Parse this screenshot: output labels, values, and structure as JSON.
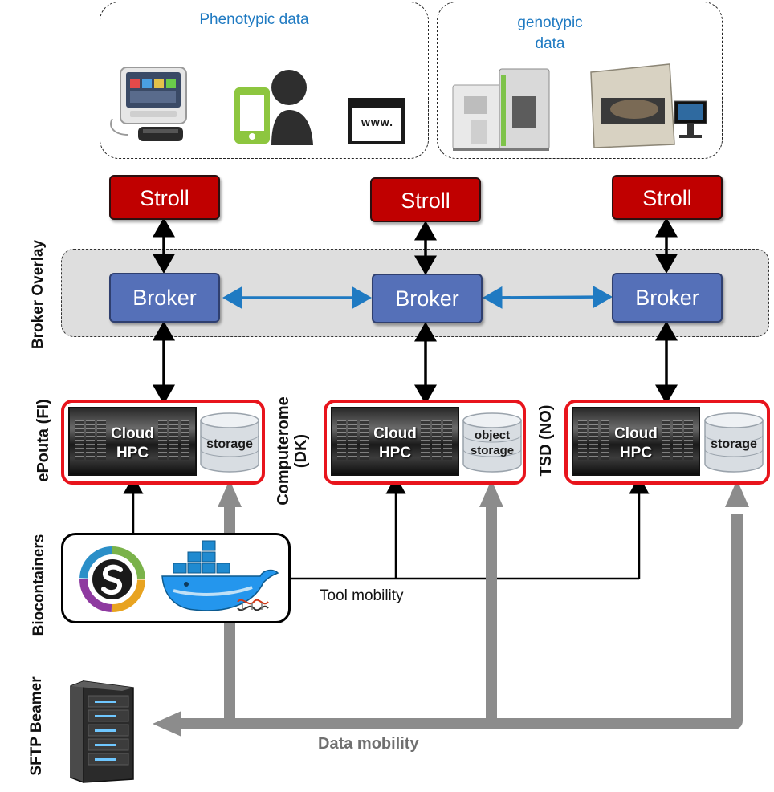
{
  "groups": {
    "phenotypic": {
      "title": "Phenotypic data"
    },
    "genotypic": {
      "title_line1": "genotypic",
      "title_line2": "data"
    }
  },
  "icons": {
    "www_label": "www."
  },
  "strolls": [
    {
      "label": "Stroll"
    },
    {
      "label": "Stroll"
    },
    {
      "label": "Stroll"
    }
  ],
  "brokers": [
    {
      "label": "Broker"
    },
    {
      "label": "Broker"
    },
    {
      "label": "Broker"
    }
  ],
  "sites": [
    {
      "name": "ePouta (FI)",
      "compute_line1": "Cloud",
      "compute_line2": "HPC",
      "storage_line1": "storage",
      "storage_line2": ""
    },
    {
      "name_line1": "Computerome",
      "name_line2": "(DK)",
      "compute_line1": "Cloud",
      "compute_line2": "HPC",
      "storage_line1": "object",
      "storage_line2": "storage"
    },
    {
      "name": "TSD (NO)",
      "compute_line1": "Cloud",
      "compute_line2": "HPC",
      "storage_line1": "storage",
      "storage_line2": ""
    }
  ],
  "row_labels": {
    "broker_overlay": "Broker Overlay",
    "biocontainers": "Biocontainers",
    "sftp_beamer": "SFTP Beamer"
  },
  "captions": {
    "tool_mobility": "Tool mobility",
    "data_mobility": "Data mobility"
  },
  "colors": {
    "stroll": "#c00000",
    "broker": "#5570b8",
    "site_border": "#e8141c",
    "blue_arrow": "#1f7ac2",
    "title_blue": "#1f7ac2",
    "gray_arrow": "#8c8c8c"
  }
}
